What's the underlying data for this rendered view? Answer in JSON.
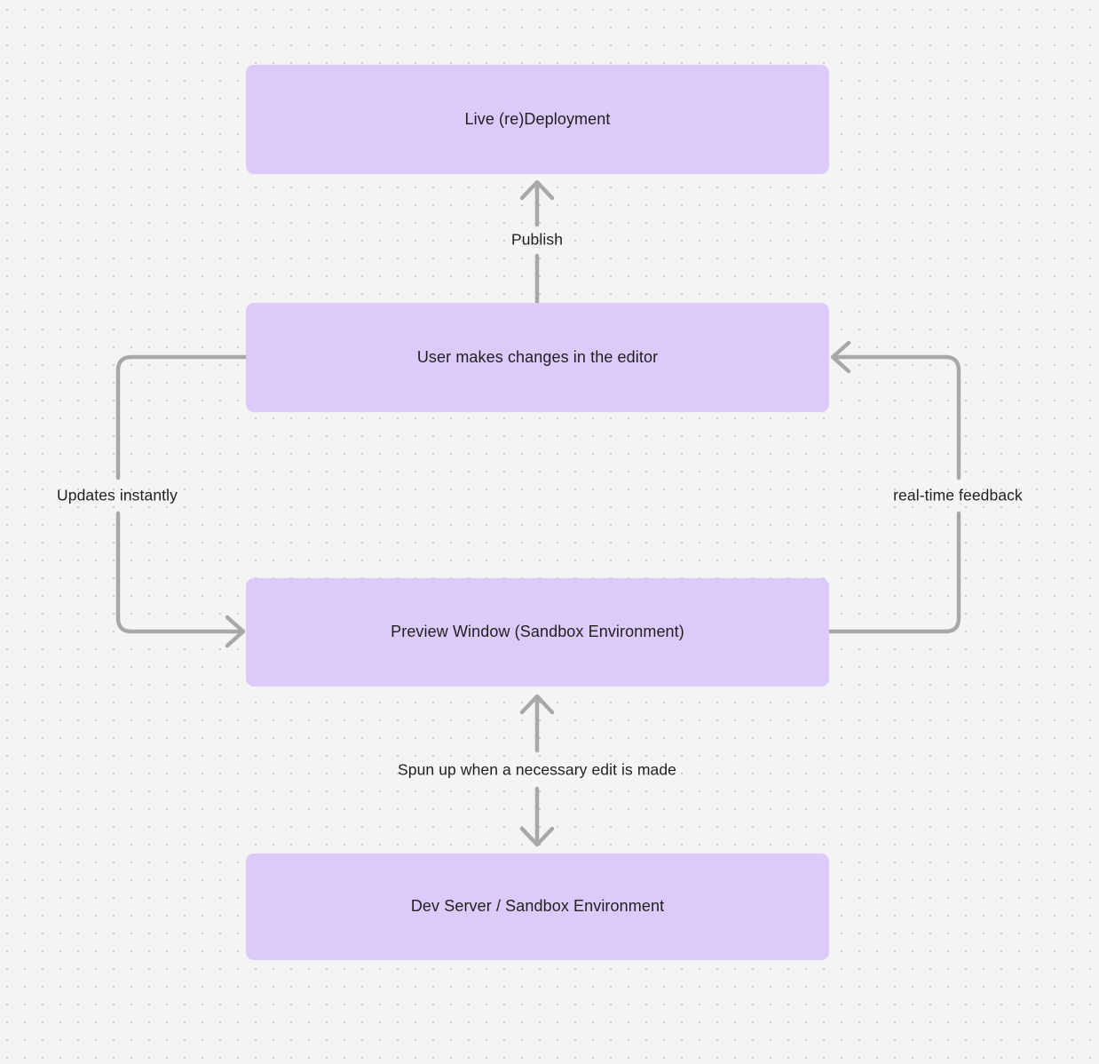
{
  "diagram": {
    "type": "flowchart",
    "background": "#f4f4f4",
    "node_fill": "#dccbfa",
    "edge_color": "#a8a8a8",
    "text_color": "#1f1f1f",
    "nodes": [
      {
        "id": "live",
        "label": "Live (re)Deployment"
      },
      {
        "id": "editor",
        "label": "User makes changes in the editor"
      },
      {
        "id": "preview",
        "label": "Preview Window (Sandbox Environment)"
      },
      {
        "id": "devserver",
        "label": "Dev Server / Sandbox Environment"
      }
    ],
    "edges": [
      {
        "from": "editor",
        "to": "live",
        "label": "Publish",
        "direction": "up"
      },
      {
        "from": "editor",
        "to": "preview",
        "label": "Updates instantly",
        "direction": "left-loop"
      },
      {
        "from": "preview",
        "to": "editor",
        "label": "real-time feedback",
        "direction": "right-loop"
      },
      {
        "from": "preview",
        "to": "devserver",
        "label": "Spun up when a necessary edit is made",
        "direction": "bidirectional"
      }
    ]
  }
}
